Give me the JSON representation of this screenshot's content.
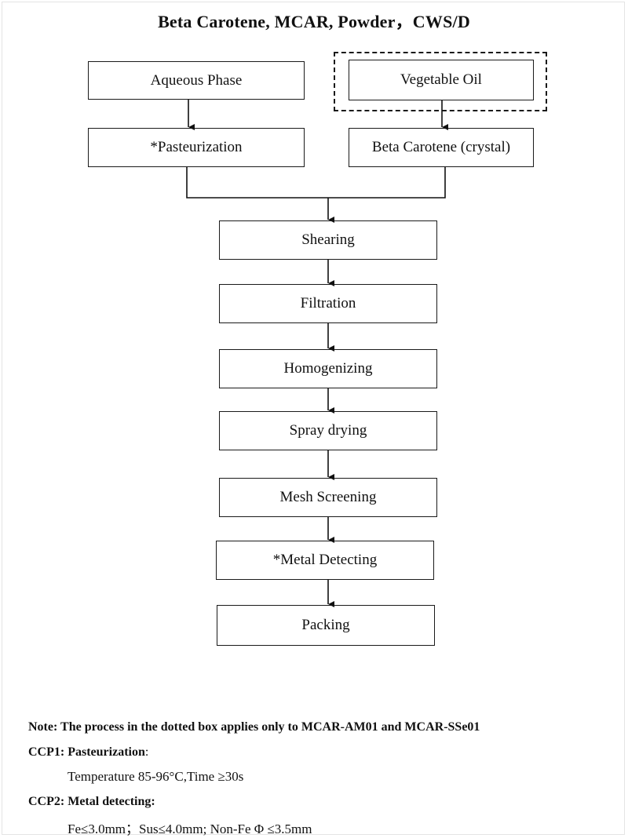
{
  "title": "Beta Carotene, MCAR, Powder，CWS/D",
  "steps": {
    "aqueous_phase": "Aqueous Phase",
    "vegetable_oil": "Vegetable Oil",
    "pasteurization": "*Pasteurization",
    "beta_carotene_crystal": "Beta Carotene (crystal)",
    "shearing": "Shearing",
    "filtration": "Filtration",
    "homogenizing": "Homogenizing",
    "spray_drying": "Spray drying",
    "mesh_screening": "Mesh Screening",
    "metal_detecting": "*Metal Detecting",
    "packing": "Packing"
  },
  "notes": {
    "note": "Note: The process in the dotted box applies only to MCAR-AM01 and MCAR-SSe01",
    "ccp1_title": "CCP1: Pasteurization",
    "ccp1_colon": ":",
    "ccp1_detail": "Temperature 85-96°C,Time ≥30s",
    "ccp2_title": "CCP2: Metal detecting:",
    "ccp2_detail": "Fe≤3.0mm；Sus≤4.0mm; Non-Fe Φ ≤3.5mm"
  }
}
